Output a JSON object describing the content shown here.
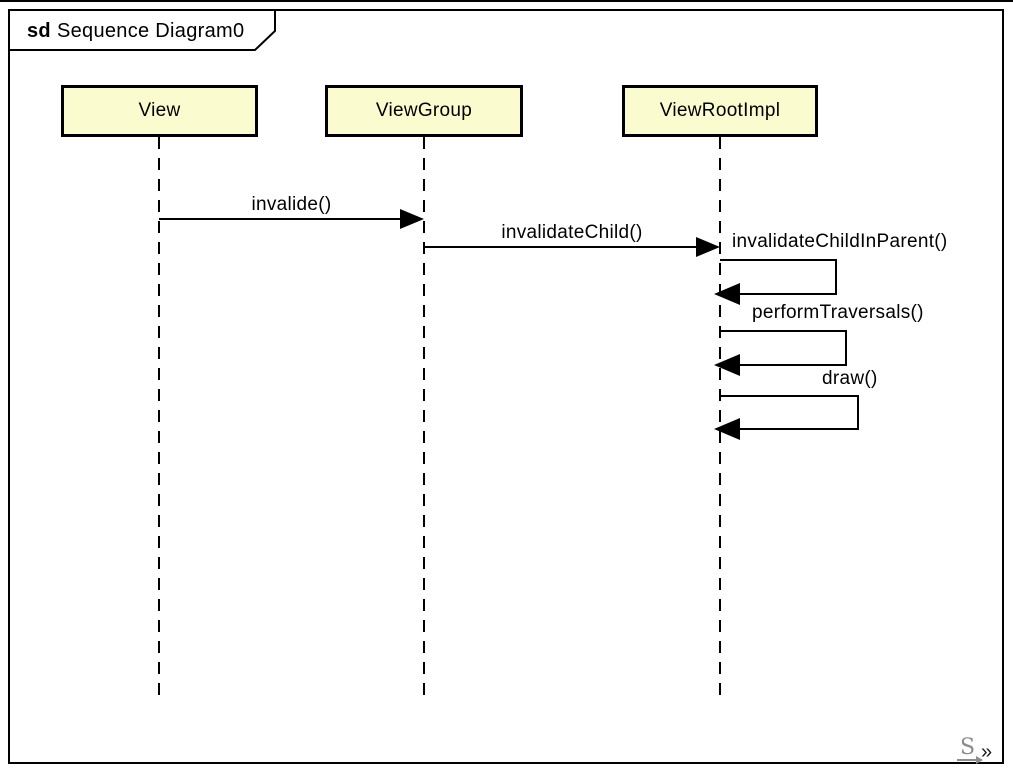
{
  "diagram": {
    "type": "uml-sequence-diagram",
    "frame": {
      "keyword": "sd",
      "title": "Sequence Diagram0"
    }
  },
  "lifelines": [
    {
      "name": "View"
    },
    {
      "name": "ViewGroup"
    },
    {
      "name": "ViewRootImpl"
    }
  ],
  "messages": [
    {
      "label": "invalide()",
      "from": "View",
      "to": "ViewGroup",
      "kind": "sync"
    },
    {
      "label": "invalidateChild()",
      "from": "ViewGroup",
      "to": "ViewRootImpl",
      "kind": "sync"
    },
    {
      "label": "invalidateChildInParent()",
      "from": "ViewRootImpl",
      "to": "ViewRootImpl",
      "kind": "self"
    },
    {
      "label": "performTraversals()",
      "from": "ViewRootImpl",
      "to": "ViewRootImpl",
      "kind": "self"
    },
    {
      "label": "draw()",
      "from": "ViewRootImpl",
      "to": "ViewRootImpl",
      "kind": "self"
    }
  ],
  "watermark": {
    "letter": "S",
    "chevrons": "»"
  },
  "colors": {
    "background": "#FFFFFF",
    "line": "#000000",
    "lifeline_head_fill": "#FBFBD0",
    "watermark_gray": "#8C8C8C"
  }
}
